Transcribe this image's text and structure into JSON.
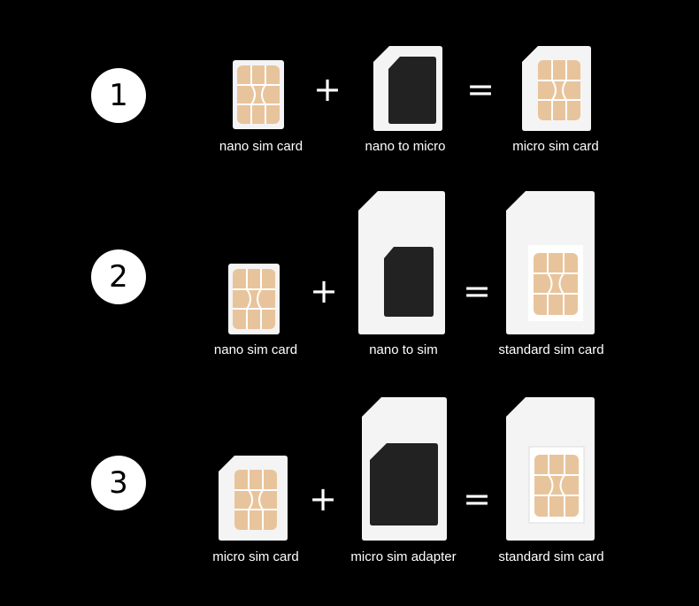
{
  "colors": {
    "background": "#000000",
    "card": "#f2f2f2",
    "card_outline": "#ffffff",
    "chip": "#e8c49c",
    "chip_line": "#ffffff",
    "tray_window": "#222222",
    "text": "#ffffff"
  },
  "operators": {
    "plus": "+",
    "equals": "="
  },
  "steps": [
    {
      "number": "1",
      "input_label": "nano sim card",
      "adapter_label": "nano to micro",
      "result_label": "micro sim card"
    },
    {
      "number": "2",
      "input_label": "nano sim card",
      "adapter_label": "nano to sim",
      "result_label": "standard sim card"
    },
    {
      "number": "3",
      "input_label": "micro sim card",
      "adapter_label": "micro sim adapter",
      "result_label": "standard sim card"
    }
  ]
}
